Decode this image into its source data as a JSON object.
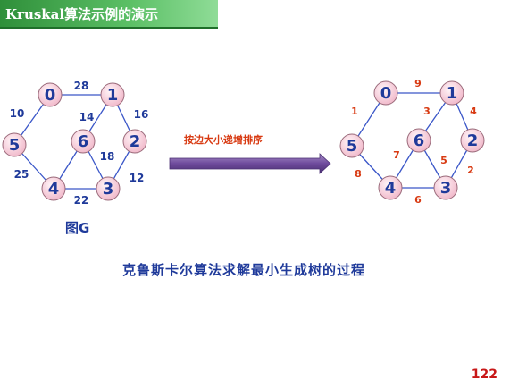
{
  "title": "Kruskal算法示例的演示",
  "graph_caption": "图G",
  "arrow_label": "按边大小递增排序",
  "process_caption": "克鲁斯卡尔算法求解最小生成树的过程",
  "page_number": "122",
  "colors": {
    "node_fill": "#f6c6d6",
    "node_stroke": "#9a6a7a",
    "edge": "#3a56c8",
    "weight_left": "#1f3a9a",
    "weight_right": "#d83a12",
    "title_bg": "#3aa14a"
  },
  "left_graph": {
    "nodes": [
      "0",
      "1",
      "2",
      "3",
      "4",
      "5",
      "6"
    ],
    "edges": [
      {
        "from": "0",
        "to": "1",
        "weight": "28"
      },
      {
        "from": "0",
        "to": "5",
        "weight": "10"
      },
      {
        "from": "1",
        "to": "6",
        "weight": "14"
      },
      {
        "from": "1",
        "to": "2",
        "weight": "16"
      },
      {
        "from": "6",
        "to": "3",
        "weight": "18"
      },
      {
        "from": "2",
        "to": "3",
        "weight": "12"
      },
      {
        "from": "5",
        "to": "4",
        "weight": "25"
      },
      {
        "from": "4",
        "to": "3",
        "weight": "22"
      },
      {
        "from": "4",
        "to": "6",
        "weight": ""
      }
    ]
  },
  "right_graph": {
    "nodes": [
      "0",
      "1",
      "2",
      "3",
      "4",
      "5",
      "6"
    ],
    "edges": [
      {
        "from": "0",
        "to": "1",
        "weight": "9"
      },
      {
        "from": "0",
        "to": "5",
        "weight": "1"
      },
      {
        "from": "1",
        "to": "6",
        "weight": "3"
      },
      {
        "from": "1",
        "to": "2",
        "weight": "4"
      },
      {
        "from": "6",
        "to": "3",
        "weight": "5"
      },
      {
        "from": "2",
        "to": "3",
        "weight": "2"
      },
      {
        "from": "5",
        "to": "4",
        "weight": "8"
      },
      {
        "from": "4",
        "to": "3",
        "weight": "6"
      },
      {
        "from": "4",
        "to": "6",
        "weight": "7"
      }
    ]
  }
}
